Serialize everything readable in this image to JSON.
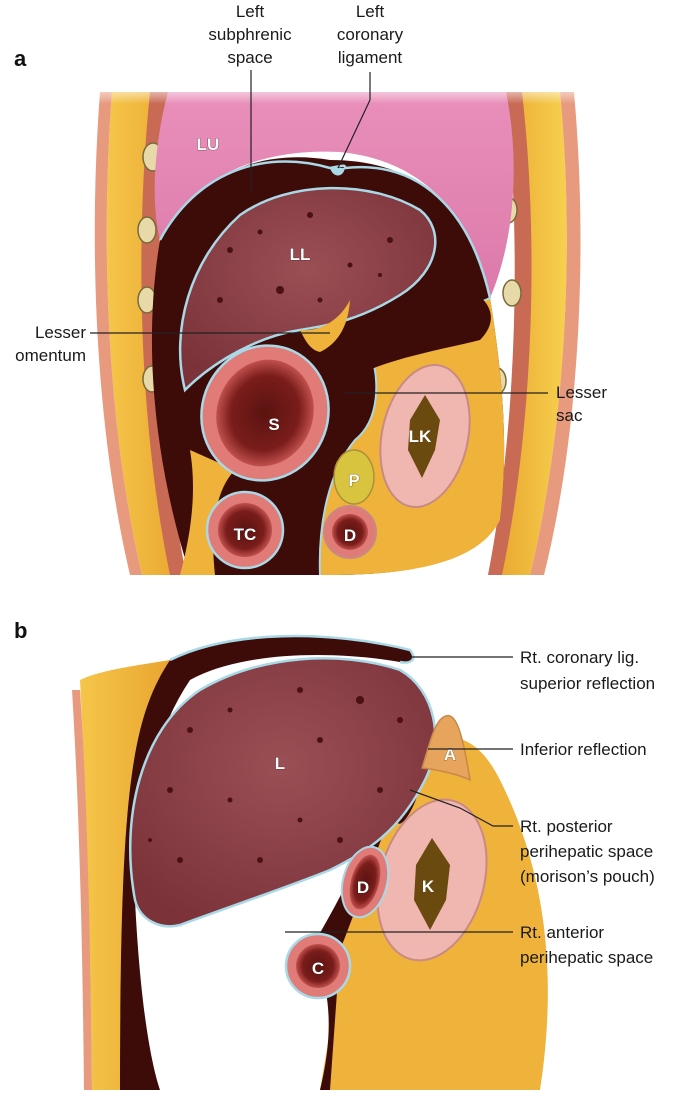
{
  "panel_a": {
    "letter": "a",
    "labels": {
      "left_subphrenic": [
        "Left",
        "subphrenic",
        "space"
      ],
      "left_coronary": [
        "Left",
        "coronary",
        "ligament"
      ],
      "lesser_omentum": [
        "Lesser",
        "omentum"
      ],
      "lesser_sac": [
        "Lesser",
        "sac"
      ]
    },
    "organs": {
      "lu": "LU",
      "ll": "LL",
      "s": "S",
      "lk": "LK",
      "p": "P",
      "tc": "TC",
      "d": "D"
    }
  },
  "panel_b": {
    "letter": "b",
    "labels": {
      "rt_coronary": [
        "Rt. coronary lig.",
        "superior reflection"
      ],
      "inferior_reflection": [
        "Inferior reflection"
      ],
      "rt_posterior": [
        "Rt. posterior",
        "perihepatic space",
        "(morison’s pouch)"
      ],
      "rt_anterior": [
        "Rt. anterior",
        "perihepatic space"
      ]
    },
    "organs": {
      "l": "L",
      "a": "A",
      "d": "D",
      "k": "K",
      "c": "C"
    }
  },
  "colors": {
    "cavity": "#3d0b08",
    "liver": "#8a3f45",
    "lung": "#e28ab5",
    "fat": "#eeb13a",
    "muscle": "#c96a55",
    "membrane": "#a9d8e6",
    "kidney": "#e7a6a0",
    "bowel_wall": "#e07b78"
  }
}
